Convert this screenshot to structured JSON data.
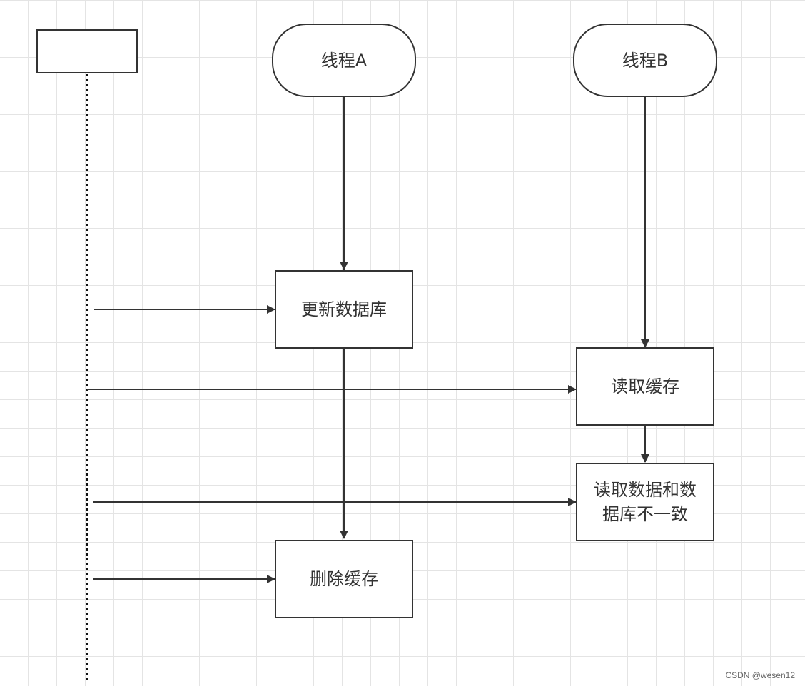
{
  "diagram": {
    "lifeline_header": "",
    "thread_a": "线程A",
    "thread_b": "线程B",
    "update_db": "更新数据库",
    "read_cache": "读取缓存",
    "inconsistent": "读取数据和数据库不一致",
    "delete_cache": "删除缓存"
  },
  "colors": {
    "stroke": "#333333",
    "grid": "#e4e4e4",
    "background": "#ffffff"
  },
  "watermark": "CSDN @wesen12"
}
